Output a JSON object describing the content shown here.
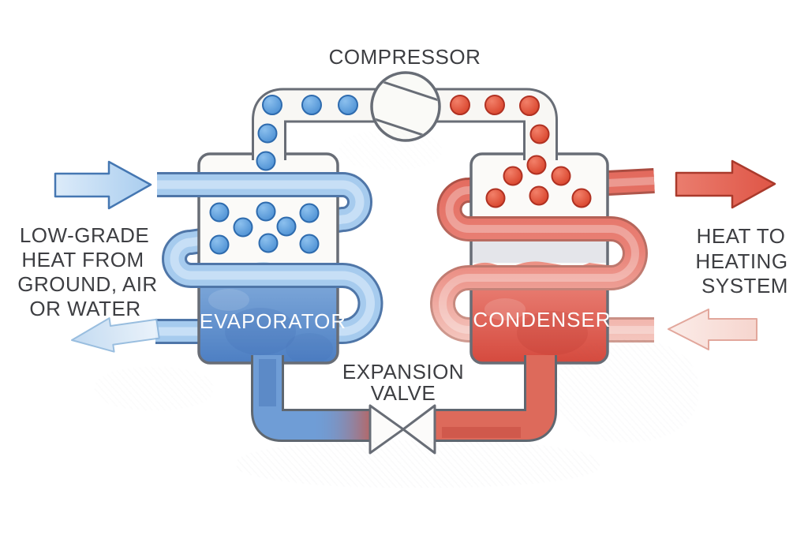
{
  "diagram": {
    "type": "heat-pump-cycle",
    "labels": {
      "compressor": "COMPRESSOR",
      "evaporator": "EVAPORATOR",
      "condenser": "CONDENSER",
      "expansion_valve": [
        "EXPANSION",
        "VALVE"
      ]
    },
    "captions": {
      "left": [
        "LOW-GRADE",
        "HEAT FROM",
        "GROUND, AIR",
        "OR WATER"
      ],
      "right": [
        "HEAT TO",
        "HEATING",
        "SYSTEM"
      ]
    },
    "arrows": {
      "heat_source_in": {
        "direction": "right",
        "color": "#b9d6f2"
      },
      "cooled_return_out": {
        "direction": "left",
        "color": "#d6e5f5"
      },
      "heat_out": {
        "direction": "right",
        "color": "#e4695b"
      },
      "heating_return_in": {
        "direction": "left",
        "color": "#f8ded8"
      }
    },
    "colors": {
      "cold_accent": "#5b9bd8",
      "hot_accent": "#e05040",
      "evaporator_liquid": "#4d7fc3",
      "condenser_liquid": "#d54a3e",
      "cold_coil": "#a6cbee",
      "hot_coil": "#e2675a",
      "pipe_fill": "#f8f7f4",
      "outline": "#686d76",
      "text": "#3d3e42",
      "background": "#ffffff"
    }
  }
}
